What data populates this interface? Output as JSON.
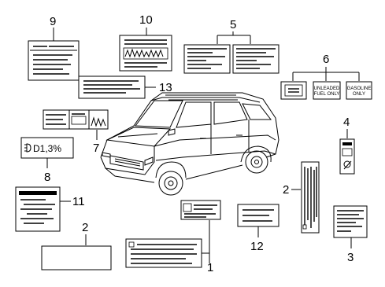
{
  "callouts": {
    "c1": "1",
    "c2a": "2",
    "c2b": "2",
    "c3": "3",
    "c4": "4",
    "c5": "5",
    "c6": "6",
    "c7": "7",
    "c8": "8",
    "c9": "9",
    "c10": "10",
    "c11": "11",
    "c12": "12",
    "c13": "13"
  },
  "label_text": {
    "percent": "D1,3%",
    "unleaded_line1": "UNLEADED",
    "unleaded_line2": "FUEL ONLY",
    "gasoline_line1": "GASOLINE",
    "gasoline_line2": "ONLY"
  },
  "colors": {
    "line": "#000000",
    "background": "#ffffff"
  }
}
